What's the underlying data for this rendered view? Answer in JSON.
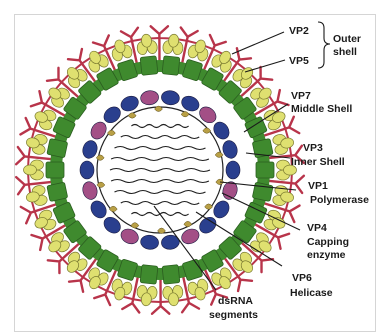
{
  "labels": {
    "vp2": "VP2",
    "vp5": "VP5",
    "outer_shell_1": "Outer",
    "outer_shell_2": "shell",
    "vp7": "VP7",
    "middle_shell": "Middle Shell",
    "vp3": "VP3",
    "inner_shell": "Inner Shell",
    "vp1": "VP1",
    "polymerase": "Polymerase",
    "vp4": "VP4",
    "capping_1": "Capping",
    "capping_2": "enzyme",
    "vp6": "VP6",
    "helicase": "Helicase",
    "dsrna_1": "dsRNA",
    "dsrna_2": "segments"
  },
  "colors": {
    "spike_vp2": "#b8344a",
    "vp5_yellow": "#dfe070",
    "vp5_stroke": "#7a7a30",
    "vp7_green": "#3f8a2e",
    "vp7_stroke": "#2b5e20",
    "vp3_blue": "#2a3f8e",
    "vp1_magenta": "#a34f86",
    "vp4_tan": "#b9a046",
    "inner_shell_line": "#222222",
    "rna": "#1f1f1f",
    "background": "#ffffff"
  }
}
